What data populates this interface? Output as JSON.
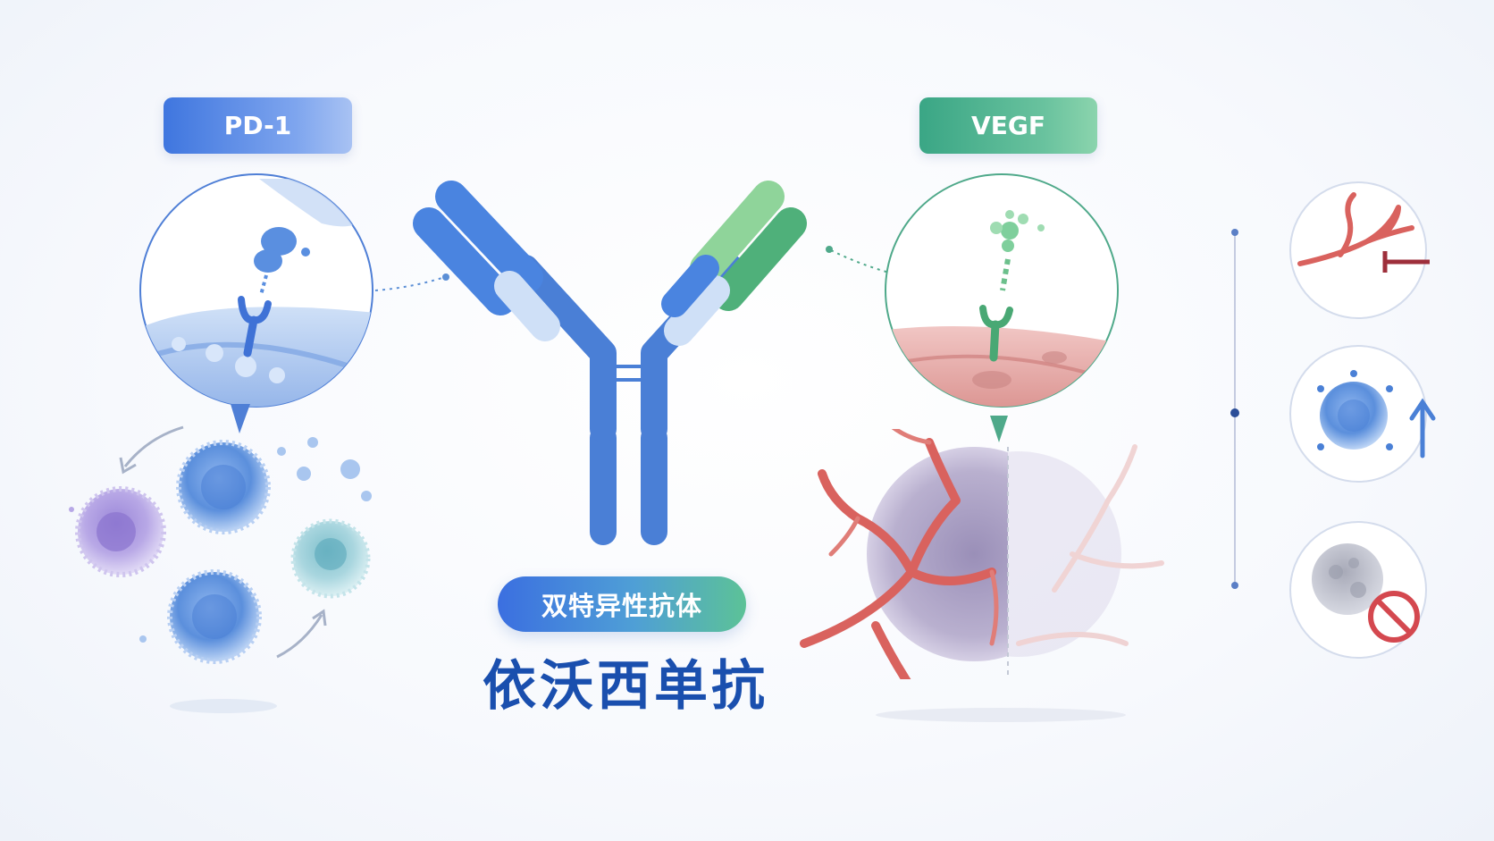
{
  "labels": {
    "left_target": "PD-1",
    "right_target": "VEGF",
    "antibody_type": "双特异性抗体",
    "drug_name": "依沃西单抗"
  },
  "colors": {
    "pd1_blue": "#3f76df",
    "vegf_green": "#3aa685",
    "antibody_blue": "#4a7fd6",
    "antibody_green": "#4fb07a",
    "vessel_red": "#d9625e",
    "drug_name_blue": "#1a4fae"
  },
  "icons": {
    "right_panel": [
      "vessel-inhibition-icon",
      "immune-cell-increase-icon",
      "tumor-blocked-icon"
    ]
  }
}
